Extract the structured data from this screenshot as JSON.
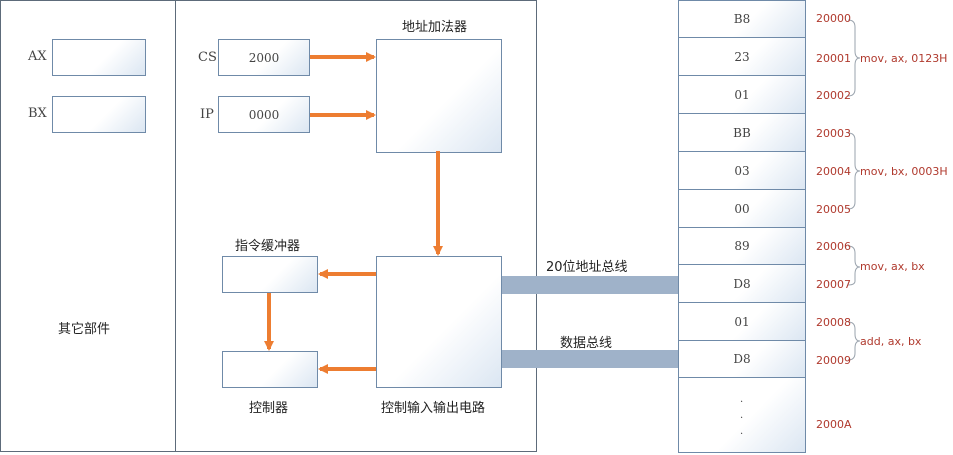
{
  "registers": {
    "ax_label": "AX",
    "bx_label": "BX",
    "other_parts": "其它部件"
  },
  "cpu": {
    "cs_label": "CS",
    "cs_value": "2000",
    "ip_label": "IP",
    "ip_value": "0000",
    "address_adder": "地址加法器",
    "instruction_buffer": "指令缓冲器",
    "controller": "控制器",
    "io_circuit": "控制输入输出电路"
  },
  "buses": {
    "address_bus": "20位地址总线",
    "data_bus": "数据总线"
  },
  "memory": {
    "cells": [
      "B8",
      "23",
      "01",
      "BB",
      "03",
      "00",
      "89",
      "D8",
      "01",
      "D8"
    ],
    "addresses": [
      "20000",
      "20001",
      "20002",
      "20003",
      "20004",
      "20005",
      "20006",
      "20007",
      "20008",
      "20009"
    ],
    "last_address": "2000A",
    "dots": [
      ".",
      ".",
      "."
    ]
  },
  "instructions": [
    {
      "text": "mov, ax, 0123H"
    },
    {
      "text": "mov, bx, 0003H"
    },
    {
      "text": "mov, ax, bx"
    },
    {
      "text": "add, ax, bx"
    }
  ],
  "colors": {
    "arrow": "#ed7d31",
    "bus": "#9fb2c9",
    "brace": "#9aa3ad",
    "border": "#5d6b7a",
    "address_text": "#b03a2e"
  }
}
